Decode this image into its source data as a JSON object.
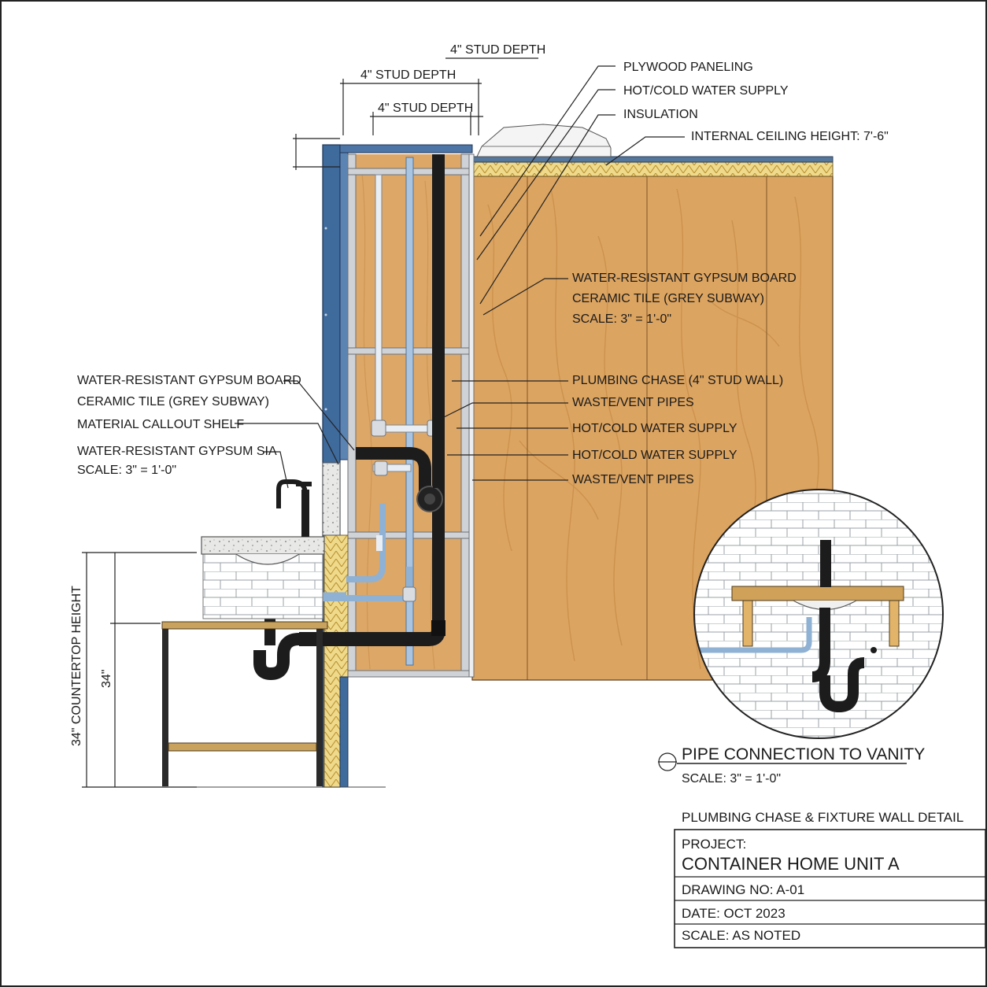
{
  "dimensions": {
    "stud_depth_top": "4\" STUD DEPTH",
    "stud_depth_mid": "4\" STUD DEPTH",
    "stud_depth_low": "4\" STUD DEPTH",
    "countertop_height": "34\" COUNTERTOP HEIGHT",
    "countertop_value": "34\""
  },
  "callouts_right": [
    "PLYWOOD PANELING",
    "HOT/COLD WATER SUPPLY",
    "INSULATION",
    "INTERNAL CEILING HEIGHT: 7'-6\""
  ],
  "callouts_mid": [
    "WATER-RESISTANT GYPSUM BOARD",
    "CERAMIC TILE (GREY SUBWAY)",
    "SCALE: 3\" = 1'-0\""
  ],
  "callouts_pipes": [
    "PLUMBING CHASE (4\" STUD WALL)",
    "WASTE/VENT PIPES",
    "HOT/COLD WATER SUPPLY",
    "HOT/COLD WATER SUPPLY",
    "WASTE/VENT PIPES"
  ],
  "callouts_left": [
    "WATER-RESISTANT GYPSUM BOARD",
    "CERAMIC TILE (GREY SUBWAY)",
    "MATERIAL CALLOUT SHELF",
    "WATER-RESISTANT GYPSUM SIA",
    "SCALE: 3\" = 1'-0\""
  ],
  "detail": {
    "title": "PIPE CONNECTION TO VANITY",
    "scale": "SCALE: 3\" = 1'-0\""
  },
  "title_block": {
    "sheet_title": "PLUMBING CHASE & FIXTURE WALL DETAIL",
    "project_label": "PROJECT:",
    "project_name": "CONTAINER HOME UNIT A",
    "drawing_no": "DRAWING NO: A-01",
    "date": "DATE: OCT 2023",
    "scale": "SCALE: AS NOTED"
  },
  "colors": {
    "plywood": "#dca461",
    "plywood_grain": "#c98d48",
    "container_blue": "#3f6a9c",
    "insulation": "#e9d27c",
    "pipe_black": "#1c1c1c",
    "pipe_blue": "#8fb1d3",
    "stud_grey": "#c9ccd0"
  }
}
